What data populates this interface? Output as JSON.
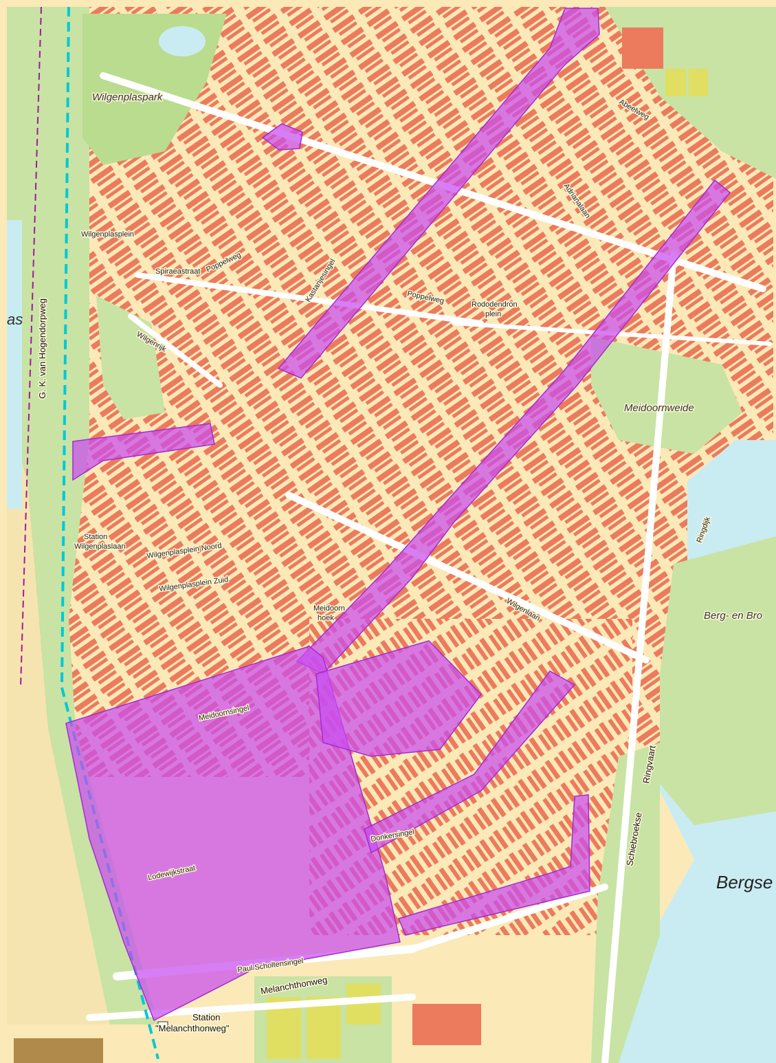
{
  "map": {
    "colors": {
      "residential": "#fbe9b8",
      "building": "#ec7a5c",
      "green": "#c8e3a4",
      "park": "#b9dc8e",
      "water": "#c9ecf2",
      "road": "#ffffff",
      "highlight": "#c94cf0",
      "rail": "#00c8d6",
      "boundary": "#a0199a"
    },
    "labels": {
      "wilgenplaspark": "Wilgenplaspark",
      "meidoornweide": "Meidoornweide",
      "berg_en_bro": "Berg- en Bro",
      "bergse": "Bergse",
      "as": "as",
      "gk_van_hogendorpweg": "G. K. van Hogendorpweg",
      "melanchthonweg": "Melanchthonweg",
      "station_line1": "Station",
      "station_line2": "\"Melanchthonweg\"",
      "ringdijk": "Ringdijk",
      "ringvaart": "Ringvaart",
      "schiebroekse": "Schiebroekse",
      "poppelweg": "Poppelweg",
      "poppelweg_2": "Poppelweg",
      "rododendron_1": "Rododendron",
      "rododendron_2": "plein",
      "wilgenplasplein": "Wilgenplasplein",
      "spiraeastraat": "Spiraeastraat",
      "abeelweg": "Abeelweg",
      "adrianalaan": "Adrianalaan",
      "melkhoek_1": "Meidoorn",
      "melkhoek_2": "hoek",
      "wilgenlaan": "Wilgenlaan",
      "meidoornsingel": "Meidoornsingel",
      "donkersingel": "Donkersingel",
      "paul_scholtensingel": "Paul Scholtensingel",
      "lodewijkstraat": "Lodewijkstraat",
      "wilgenrijk": "Wilgenrijk",
      "kastanjesingel": "Kastanjesingel",
      "wilgenplas_noord": "Wilgenplasplein Noord",
      "wilgenplas_zuid": "Wilgenplasplein Zuid",
      "station_wilgenplas_1": "Station",
      "station_wilgenplas_2": "Wilgenplaslaan"
    }
  }
}
